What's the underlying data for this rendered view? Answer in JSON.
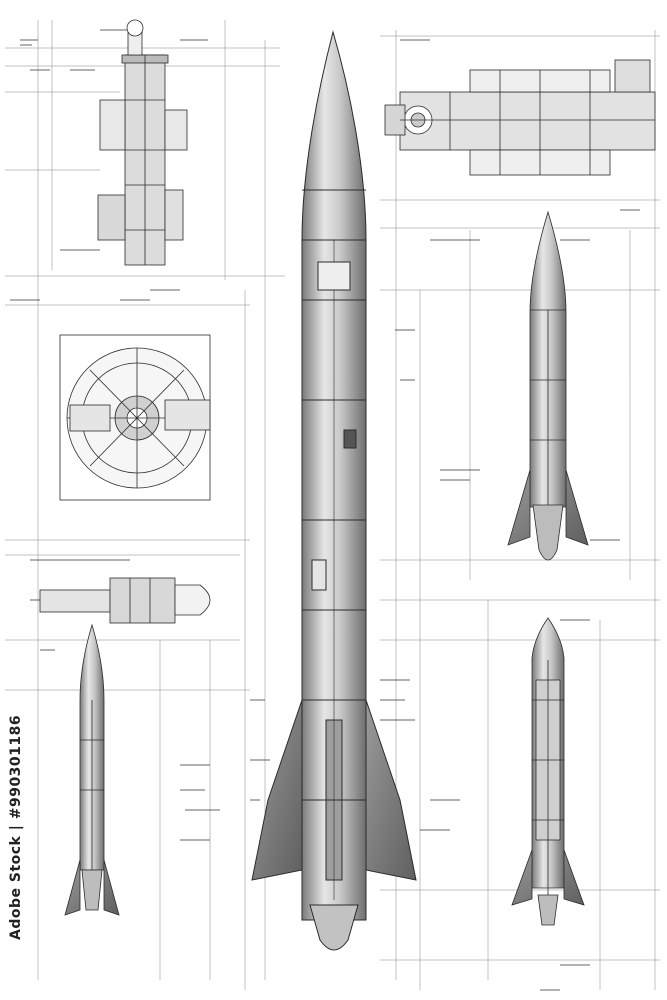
{
  "image": {
    "kind": "technical blueprint illustration",
    "palette": {
      "paper": "#ffffff",
      "ink": "#2b2b2b",
      "hull_light": "#d9d9d9",
      "hull_mid": "#a9a9a9",
      "hull_dark": "#6e6e6e"
    }
  },
  "watermark": {
    "vertical_text": "Adobe Stock | #990301186"
  },
  "drawings": [
    {
      "name": "main-rocket",
      "type": "rocket side view with fins"
    },
    {
      "name": "top-left-module",
      "type": "vertical component section"
    },
    {
      "name": "top-right-module",
      "type": "horizontal engine assembly"
    },
    {
      "name": "round-section",
      "type": "circular cross-section"
    },
    {
      "name": "small-module",
      "type": "horizontal capsule detail"
    },
    {
      "name": "left-rocket",
      "type": "small rocket side view"
    },
    {
      "name": "right-rocket-top",
      "type": "rocket with side fins"
    },
    {
      "name": "right-rocket-bottom",
      "type": "rocket internal cutaway"
    }
  ]
}
